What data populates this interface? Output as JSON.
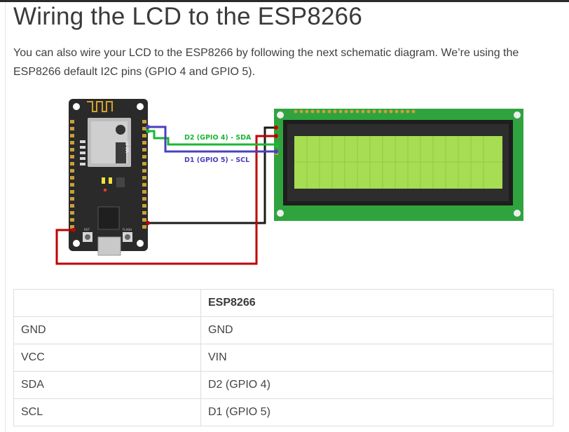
{
  "heading": "Wiring the LCD to the ESP8266",
  "intro": "You can also wire your LCD to the ESP8266 by following the next schematic diagram. We’re using the ESP8266 default I2C pins (GPIO 4 and GPIO 5).",
  "diagram": {
    "sda_label": "D2 (GPIO 4) - SDA",
    "scl_label": "D1 (GPIO 5) - SCL",
    "wifi_label": "Wi Fi",
    "rst_label": "RST",
    "flash_label": "FLASH",
    "colors": {
      "board": "#2a2a2a",
      "lcd_pcb": "#2fa43e",
      "lcd_screen": "#a6dd52",
      "wire_sda": "#19b733",
      "wire_scl": "#4a3fbf",
      "wire_vcc": "#c00000",
      "wire_gnd": "#1a1a1a",
      "header_pins": "#c9a13a"
    }
  },
  "table": {
    "headers": [
      "",
      "ESP8266"
    ],
    "rows": [
      [
        "GND",
        "GND"
      ],
      [
        "VCC",
        "VIN"
      ],
      [
        "SDA",
        "D2 (GPIO 4)"
      ],
      [
        "SCL",
        "D1 (GPIO 5)"
      ]
    ]
  }
}
